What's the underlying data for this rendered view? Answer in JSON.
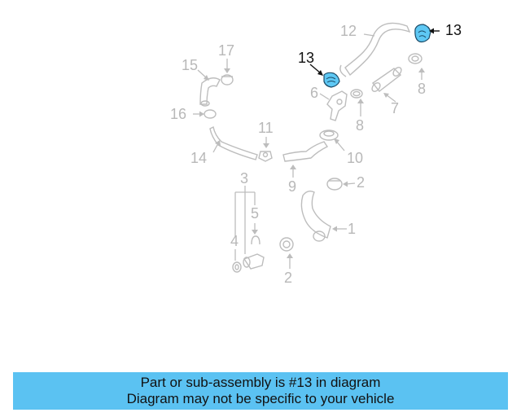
{
  "diagram": {
    "labels": {
      "p1": "1",
      "p2a": "2",
      "p2b": "2",
      "p3": "3",
      "p4": "4",
      "p5": "5",
      "p6": "6",
      "p7": "7",
      "p8a": "8",
      "p8b": "8",
      "p9": "9",
      "p10": "10",
      "p11": "11",
      "p12": "12",
      "p13a": "13",
      "p13b": "13",
      "p14": "14",
      "p15": "15",
      "p16": "16",
      "p17": "17"
    },
    "highlighted_part": "13",
    "colors": {
      "highlight_fill": "#5ec8f4",
      "part_lines": "#bdbdbd",
      "highlight_label": "#111111"
    }
  },
  "banner": {
    "line1": "Part or sub-assembly is #13 in diagram",
    "line2": "Diagram may not be specific to your vehicle",
    "background": "#5bc2f2"
  }
}
